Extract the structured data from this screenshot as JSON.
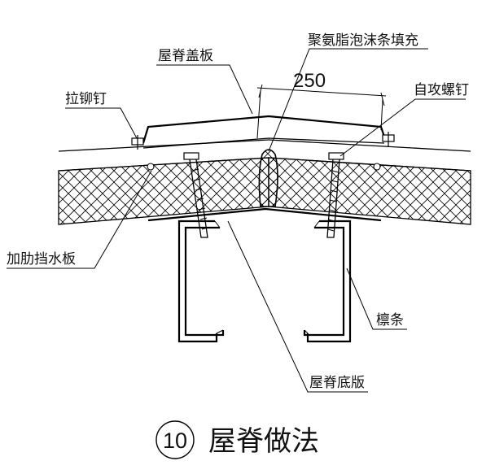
{
  "labels": {
    "ridge_cover": "屋脊盖板",
    "foam_fill": "聚氨脂泡沫条填充",
    "dimension": "250",
    "rivet": "拉铆钉",
    "self_tapping_screw": "自攻螺钉",
    "flashing": "加肋挡水板",
    "purlin": "檩条",
    "ridge_bottom": "屋脊底版"
  },
  "title": {
    "number": "10",
    "text": "屋脊做法"
  },
  "colors": {
    "line": "#000000",
    "background": "#ffffff"
  }
}
